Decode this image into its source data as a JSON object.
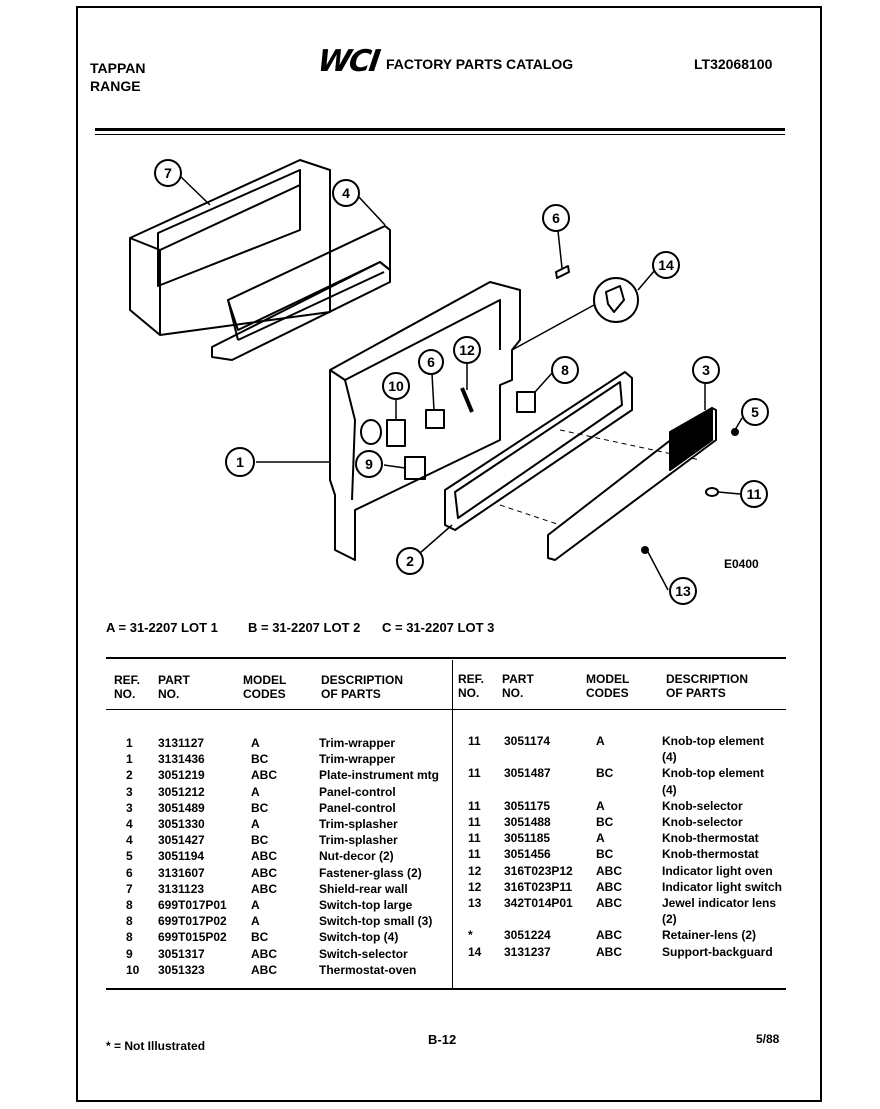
{
  "header": {
    "brand_line1": "TAPPAN",
    "brand_line2": "RANGE",
    "logo": "WCI",
    "catalog_title": "FACTORY PARTS CATALOG",
    "model_number": "LT32068100"
  },
  "diagram": {
    "callouts": [
      "1",
      "2",
      "3",
      "4",
      "5",
      "6",
      "7",
      "8",
      "9",
      "10",
      "11",
      "12",
      "13",
      "14"
    ],
    "diagram_code": "E0400"
  },
  "lots": {
    "a": "A = 31-2207 LOT 1",
    "b": "B = 31-2207 LOT 2",
    "c": "C = 31-2207 LOT 3"
  },
  "table": {
    "headers": {
      "ref": "REF.\nNO.",
      "part": "PART\nNO.",
      "model": "MODEL\nCODES",
      "desc": "DESCRIPTION\nOF PARTS"
    },
    "left_rows": [
      {
        "ref": "1",
        "part": "3131127",
        "codes": "A",
        "desc": "Trim-wrapper"
      },
      {
        "ref": "1",
        "part": "3131436",
        "codes": "BC",
        "desc": "Trim-wrapper"
      },
      {
        "ref": "2",
        "part": "3051219",
        "codes": "ABC",
        "desc": "Plate-instrument mtg"
      },
      {
        "ref": "3",
        "part": "3051212",
        "codes": "A",
        "desc": "Panel-control"
      },
      {
        "ref": "3",
        "part": "3051489",
        "codes": "BC",
        "desc": "Panel-control"
      },
      {
        "ref": "4",
        "part": "3051330",
        "codes": "A",
        "desc": "Trim-splasher"
      },
      {
        "ref": "4",
        "part": "3051427",
        "codes": "BC",
        "desc": "Trim-splasher"
      },
      {
        "ref": "5",
        "part": "3051194",
        "codes": "ABC",
        "desc": "Nut-decor (2)"
      },
      {
        "ref": "6",
        "part": "3131607",
        "codes": "ABC",
        "desc": "Fastener-glass (2)"
      },
      {
        "ref": "7",
        "part": "3131123",
        "codes": "ABC",
        "desc": "Shield-rear wall"
      },
      {
        "ref": "8",
        "part": "699T017P01",
        "codes": "A",
        "desc": "Switch-top large"
      },
      {
        "ref": "8",
        "part": "699T017P02",
        "codes": "A",
        "desc": "Switch-top small (3)"
      },
      {
        "ref": "8",
        "part": "699T015P02",
        "codes": "BC",
        "desc": "Switch-top (4)"
      },
      {
        "ref": "9",
        "part": "3051317",
        "codes": "ABC",
        "desc": "Switch-selector"
      },
      {
        "ref": "10",
        "part": "3051323",
        "codes": "ABC",
        "desc": "Thermostat-oven"
      }
    ],
    "right_rows": [
      {
        "ref": "11",
        "part": "3051174",
        "codes": "A",
        "desc": "Knob-top element"
      },
      {
        "ref": "",
        "part": "",
        "codes": "",
        "desc": "(4)"
      },
      {
        "ref": "11",
        "part": "3051487",
        "codes": "BC",
        "desc": "Knob-top element"
      },
      {
        "ref": "",
        "part": "",
        "codes": "",
        "desc": "(4)"
      },
      {
        "ref": "11",
        "part": "3051175",
        "codes": "A",
        "desc": "Knob-selector"
      },
      {
        "ref": "11",
        "part": "3051488",
        "codes": "BC",
        "desc": "Knob-selector"
      },
      {
        "ref": "11",
        "part": "3051185",
        "codes": "A",
        "desc": "Knob-thermostat"
      },
      {
        "ref": "11",
        "part": "3051456",
        "codes": "BC",
        "desc": "Knob-thermostat"
      },
      {
        "ref": "12",
        "part": "316T023P12",
        "codes": "ABC",
        "desc": "Indicator light oven"
      },
      {
        "ref": "12",
        "part": "316T023P11",
        "codes": "ABC",
        "desc": "Indicator light switch"
      },
      {
        "ref": "13",
        "part": "342T014P01",
        "codes": "ABC",
        "desc": "Jewel indicator lens"
      },
      {
        "ref": "",
        "part": "",
        "codes": "",
        "desc": "(2)"
      },
      {
        "ref": "*",
        "part": "3051224",
        "codes": "ABC",
        "desc": "Retainer-lens (2)"
      },
      {
        "ref": "14",
        "part": "3131237",
        "codes": "ABC",
        "desc": "Support-backguard"
      }
    ]
  },
  "footer": {
    "note": "* = Not Illustrated",
    "page": "B-12",
    "date": "5/88"
  }
}
